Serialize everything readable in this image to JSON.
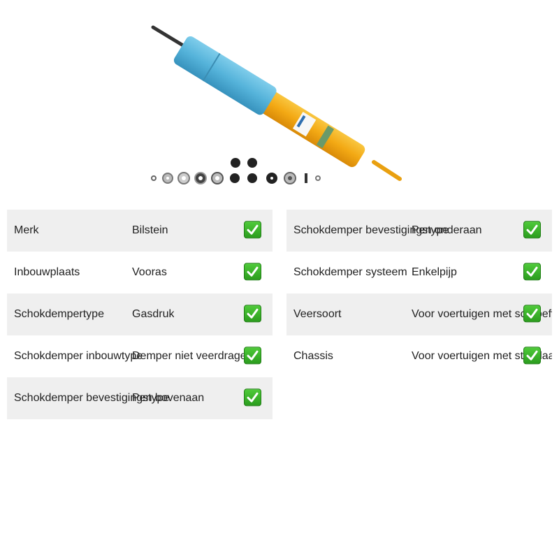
{
  "product": {
    "image_icon": "shock-absorber-with-mounting-hardware",
    "brand_colors": {
      "body_yellow": "#f5b017",
      "sleeve_blue": "#5db8de"
    }
  },
  "specs_left": [
    {
      "label": "Merk",
      "value": "Bilstein",
      "status_icon": "check-mark-icon"
    },
    {
      "label": "Inbouwplaats",
      "value": "Vooras",
      "status_icon": "check-mark-icon"
    },
    {
      "label": "Schokdempertype",
      "value": "Gasdruk",
      "status_icon": "check-mark-icon"
    },
    {
      "label": "Schokdemper inbouwtype",
      "value": "Demper niet veerdragend",
      "status_icon": "check-mark-icon"
    },
    {
      "label": "Schokdemper bevestigingstype",
      "value": "Pen bovenaan",
      "status_icon": "check-mark-icon"
    }
  ],
  "specs_right": [
    {
      "label": "Schokdemper bevestigingstype",
      "value": "Pen onderaan",
      "status_icon": "check-mark-icon"
    },
    {
      "label": "Schokdemper systeem",
      "value": "Enkelpijp",
      "status_icon": "check-mark-icon"
    },
    {
      "label": "Veersoort",
      "value": "Voor voertuigen met schroefveren",
      "status_icon": "check-mark-icon"
    },
    {
      "label": "Chassis",
      "value": "Voor voertuigen met standaard onderstel",
      "status_icon": "check-mark-icon"
    }
  ],
  "colors": {
    "row_shade": "#efefef",
    "check_green": "#3cb62a"
  }
}
